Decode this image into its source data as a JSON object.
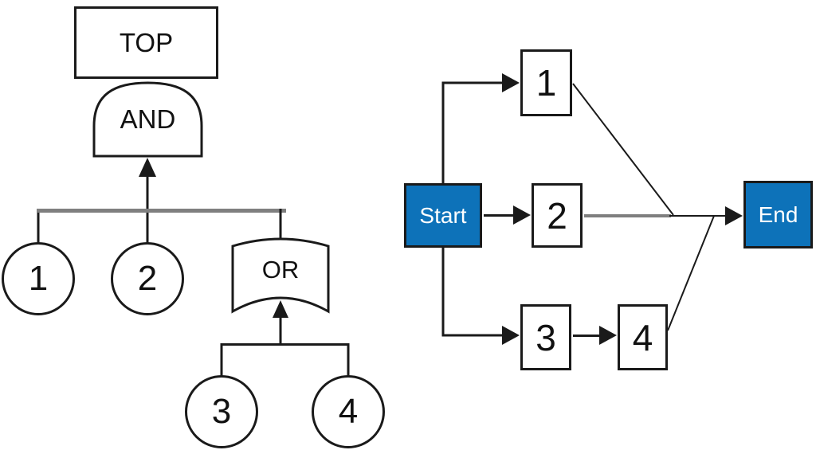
{
  "figure": {
    "fault_tree": {
      "top_event_label": "TOP",
      "and_gate_label": "AND",
      "or_gate_label": "OR",
      "basic_events": [
        "1",
        "2",
        "3",
        "4"
      ]
    },
    "block_diagram": {
      "start_label": "Start",
      "end_label": "End",
      "blocks": [
        "1",
        "2",
        "3",
        "4"
      ]
    }
  },
  "colors": {
    "node_blue": "#0d72b9",
    "line_black": "#1a1a1a",
    "bus_gray": "#7f7f7f"
  }
}
